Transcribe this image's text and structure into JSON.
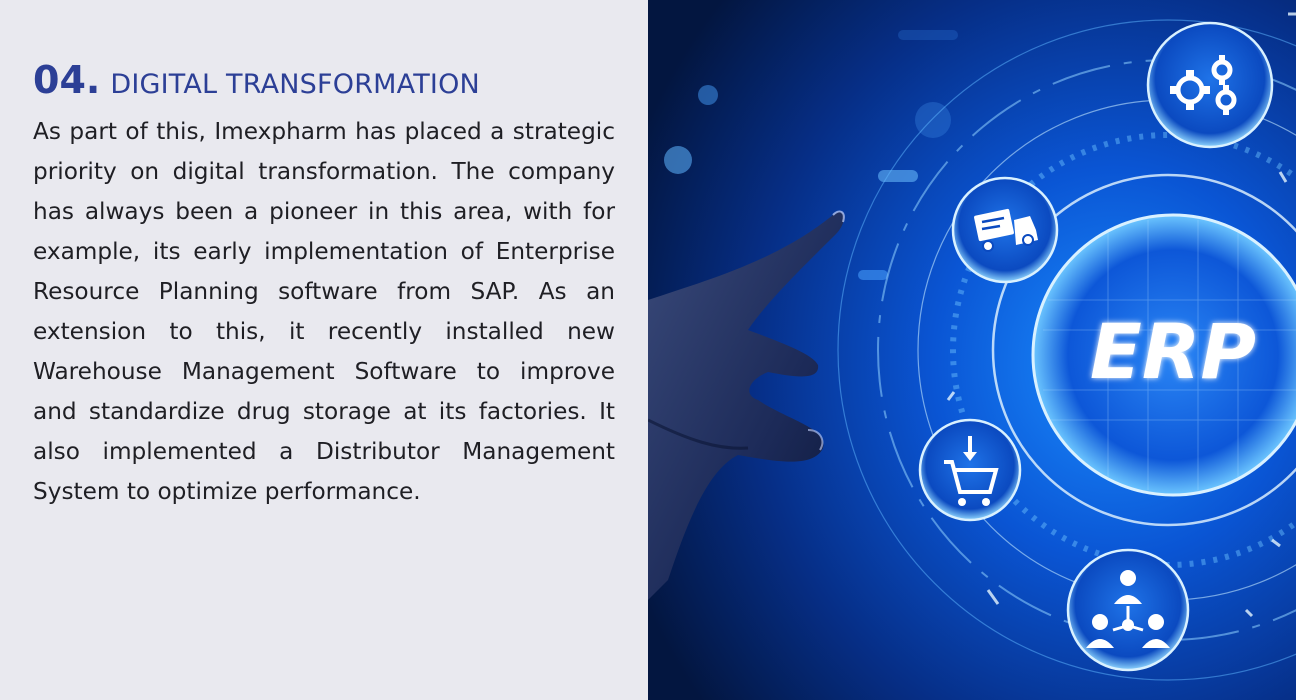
{
  "section": {
    "number": "04.",
    "title": "DIGITAL TRANSFORMATION"
  },
  "paragraph": "As part of this, Imexpharm has placed a strategic priority on digital transformation. The company has always been a pioneer in this area, with for example, its early implementation of Enterprise Resource Planning software from SAP. As an extension to this, it recently installed new Warehouse Management Software to improve and standardize drug storage at its factories. It also implemented a Distributor Management System to optimize performance.",
  "image": {
    "center_label": "ERP",
    "icons": [
      "gears-icon",
      "delivery-truck-icon",
      "shopping-cart-icon",
      "team-network-icon"
    ],
    "colors": {
      "deep": "#041a4a",
      "mid": "#0a4fc8",
      "glow": "#3aa6ff",
      "accent": "#2c3f96"
    }
  }
}
